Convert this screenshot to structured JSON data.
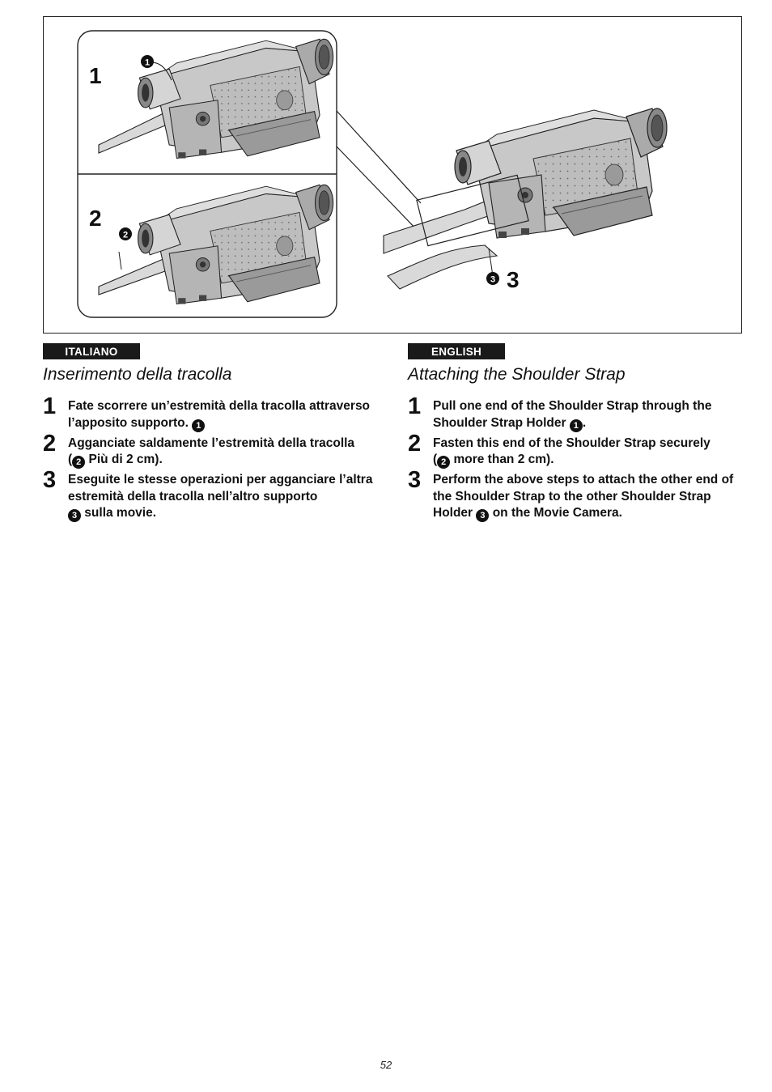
{
  "figure": {
    "panel1_label": "1",
    "panel2_label": "2",
    "panel3_label": "3",
    "callout1": "1",
    "callout2": "2",
    "callout3": "3"
  },
  "italiano": {
    "tag": "ITALIANO",
    "heading": "Inserimento della tracolla",
    "steps": [
      {
        "num": "1",
        "text": "Fate scorrere un’estremità della tracolla attraverso l’apposito supporto.",
        "ref": "1"
      },
      {
        "num": "2",
        "text_before": "(",
        "ref": "2",
        "text": " Più di 2 cm)."
      },
      {
        "num": "3",
        "text": "Eseguite le stesse operazioni per agganciare l’altra estremità della tracolla nell’altro supporto",
        "ref": "3",
        "text_after": " sulla movie."
      }
    ],
    "step2_lead": "Agganciate saldamente l’estremità della tracolla"
  },
  "english": {
    "tag": "ENGLISH",
    "heading": "Attaching the Shoulder Strap",
    "steps": [
      {
        "num": "1",
        "text": "Pull one end of the Shoulder Strap through the Shoulder Strap Holder",
        "ref": "1",
        "text_after": "."
      },
      {
        "num": "2",
        "text_before": "(",
        "ref": "2",
        "text": " more than 2 cm)."
      },
      {
        "num": "3",
        "text": "Perform the above steps to attach the other end of the Shoulder Strap to the other Shoulder Strap Holder",
        "ref": "3",
        "text_after": " on the Movie Camera."
      }
    ],
    "step2_lead": "Fasten this end of the Shoulder Strap securely"
  },
  "page_number": "52",
  "colors": {
    "tag_bg": "#1a1a1a",
    "camera_body": "#c8c8c8",
    "camera_dark": "#7a7a7a",
    "strap": "#d9d9d9"
  }
}
